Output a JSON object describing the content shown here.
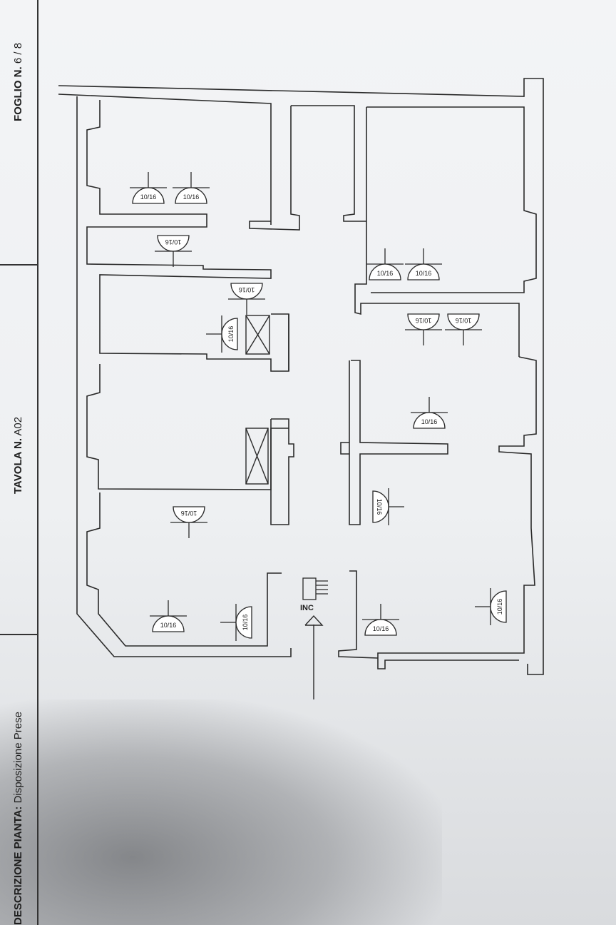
{
  "title_block": {
    "description_label": "DESCRIZIONE PIANTA:",
    "description_value": "Disposizione Prese",
    "table_label": "TAVOLA N.",
    "table_value": "A02",
    "sheet_label": "FOGLIO N.",
    "sheet_value": "6 / 8"
  },
  "plan": {
    "entrance_label": "INC",
    "outlet_rating": "10/16",
    "colors": {
      "ink": "#2a2a2a",
      "wall_fill": "#f6f7f8"
    }
  }
}
